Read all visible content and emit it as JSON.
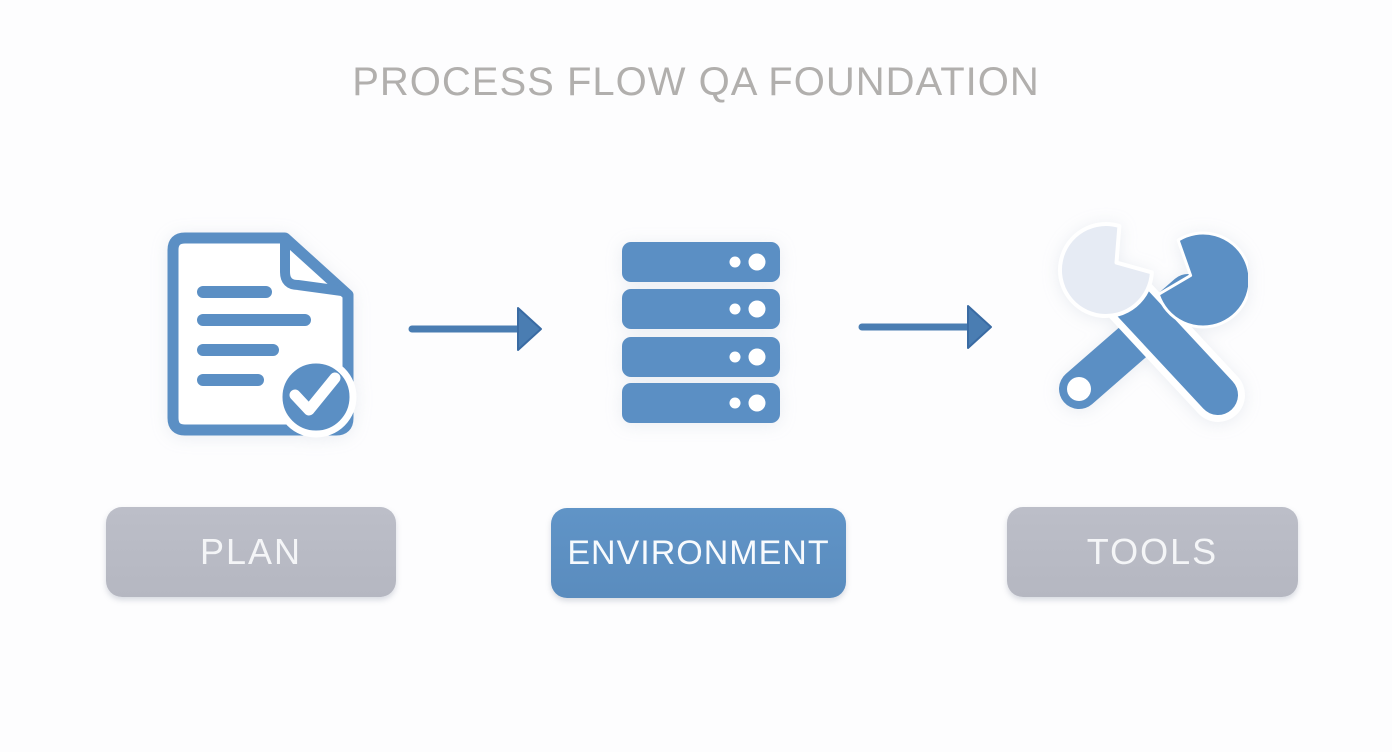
{
  "title": "PROCESS FLOW QA FOUNDATION",
  "steps": [
    {
      "label": "PLAN",
      "icon": "document-check",
      "variant": "gray"
    },
    {
      "label": "ENVIRONMENT",
      "icon": "server-stack",
      "variant": "blue"
    },
    {
      "label": "TOOLS",
      "icon": "crossed-wrenches",
      "variant": "gray"
    }
  ],
  "arrows": [
    {
      "name": "plan-to-environment",
      "direction": "right"
    },
    {
      "name": "environment-to-tools",
      "direction": "right"
    }
  ],
  "colors": {
    "icon_blue": "#5b8fc4",
    "arrow_blue": "#4a7db2",
    "arrow_outline": "#3a6ba3",
    "button_gray": "#b9bbc5",
    "button_blue": "#5d90c3",
    "button_text": "#f4f5f7",
    "title_gray": "#b1afad",
    "wrench_light": "#e6ebf4",
    "background": "#fdfdfe"
  }
}
